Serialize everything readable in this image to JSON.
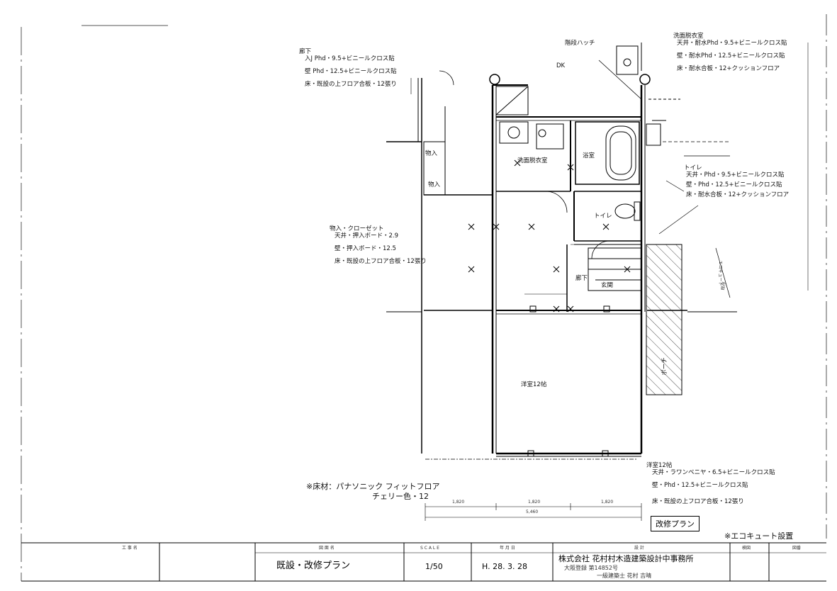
{
  "left_notes": {
    "hall_title": "廊下",
    "hall_lines": [
      "入J  Phd・9.5+ビニールクロス貼",
      "壁  Phd・12.5+ビニールクロス貼",
      "床・既設の上フロア合板・12張り"
    ],
    "closet_title": "物入・クローゼット",
    "closet_lines": [
      "天井・押入ボード・2.9",
      "壁・押入ボード・12.5",
      "床・既設の上フロア合板・12張り"
    ],
    "floor_note": "※床材：パナソニック フィットフロア",
    "floor_note2": "チェリー色・12"
  },
  "right_notes": {
    "wash_title": "洗面脱衣室",
    "wash_lines": [
      "天井・耐水Phd・9.5+ビニールクロス貼",
      "壁・耐水Phd・12.5+ビニールクロス貼",
      "床・耐水合板・12+クッションフロア"
    ],
    "toilet_title": "トイレ",
    "toilet_lines": [
      "天井・Phd・9.5+ビニールクロス貼",
      "壁・Phd・12.5+ビニールクロス貼",
      "床・耐水合板・12+クッションフロア"
    ],
    "living_title": "洋室12帖",
    "living_lines": [
      "天井・ラワンベニヤ・6.5+ビニールクロス貼",
      "壁・Phd・12.5+ビニールクロス貼",
      "床・既設の上フロア合板・12張り"
    ]
  },
  "room_labels": {
    "dk": "DK",
    "wash": "洗面脱衣室",
    "toilet": "トイレ",
    "storage": "物入",
    "closet": "物入",
    "living": "洋室12帖",
    "entrance": "玄関",
    "porch": "ポーチ",
    "bath": "浴室",
    "hall": "廊下",
    "stairs": "階段ハッチ",
    "veranda": "既存",
    "eco": "エコキュート"
  },
  "dimensions": {
    "d1": "1,820",
    "d2": "1,820",
    "d3": "1,820",
    "total": "5,460"
  },
  "plan_badge": "改修プラン",
  "eco_note": "※エコキュート設置",
  "title_block": {
    "h_name": "工 事 名",
    "h_drawing": "図 面 名",
    "h_scale": "S C A L E",
    "h_date": "年 月 日",
    "h_design": "設 計",
    "h_check": "検図",
    "h_no": "図番",
    "drawing_name": "既設・改修プラン",
    "scale": "1/50",
    "date": "H. 28. 3. 28",
    "company": "株式会社  花村村木造建築設計中事務所",
    "license": "大阪登録  第14852号",
    "architect": "一級建築士  花村  吉晴"
  }
}
